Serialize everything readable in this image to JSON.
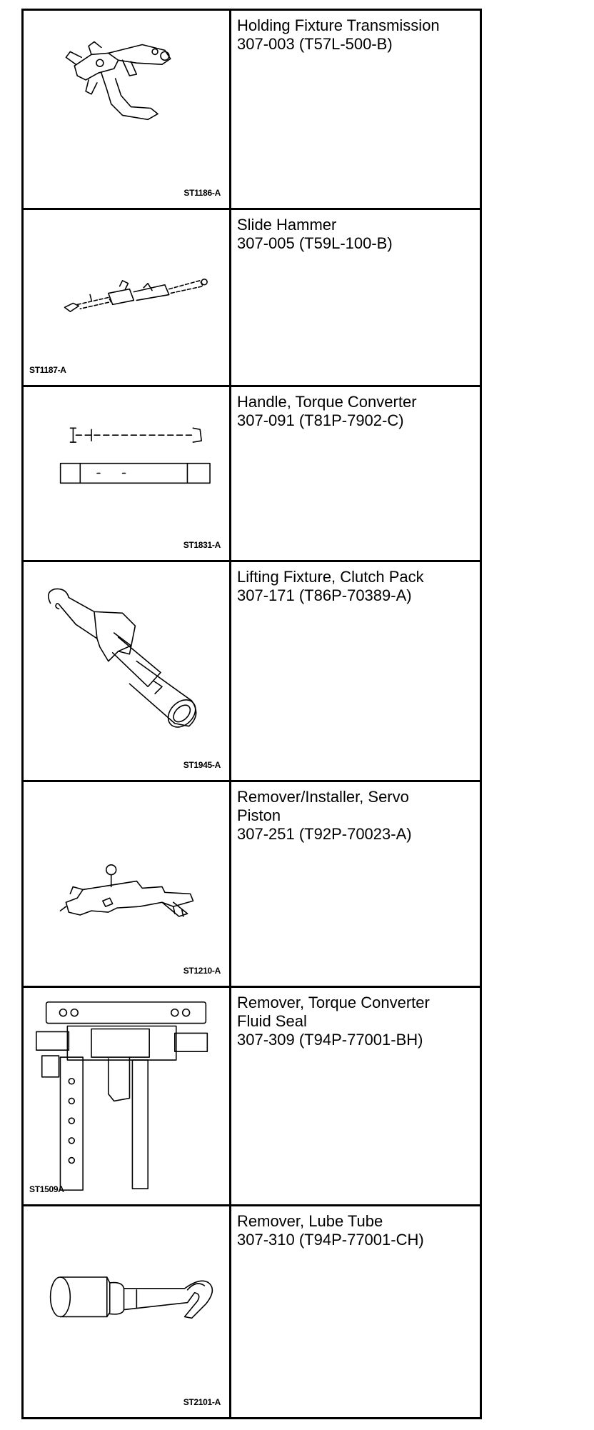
{
  "tools": [
    {
      "image_code": "ST1186-A",
      "drawing_icon": "holding-fixture-drawing-icon",
      "description_lines": [
        "Holding Fixture Transmission",
        "307-003 (T57L-500-B)"
      ]
    },
    {
      "image_code": "ST1187-A",
      "drawing_icon": "slide-hammer-drawing-icon",
      "description_lines": [
        "Slide Hammer",
        "307-005 (T59L-100-B)"
      ]
    },
    {
      "image_code": "ST1831-A",
      "drawing_icon": "torque-converter-handle-drawing-icon",
      "description_lines": [
        "Handle, Torque Converter",
        "307-091 (T81P-7902-C)"
      ]
    },
    {
      "image_code": "ST1945-A",
      "drawing_icon": "clutch-pack-lifting-fixture-drawing-icon",
      "description_lines": [
        "Lifting Fixture, Clutch Pack",
        "307-171 (T86P-70389-A)"
      ]
    },
    {
      "image_code": "ST1210-A",
      "drawing_icon": "servo-piston-remover-installer-drawing-icon",
      "description_lines": [
        "Remover/Installer, Servo",
        "Piston",
        "307-251 (T92P-70023-A)"
      ]
    },
    {
      "image_code": "ST1509A",
      "drawing_icon": "fluid-seal-remover-drawing-icon",
      "description_lines": [
        "Remover, Torque Converter",
        "Fluid Seal",
        "307-309 (T94P-77001-BH)"
      ]
    },
    {
      "image_code": "ST2101-A",
      "drawing_icon": "lube-tube-remover-drawing-icon",
      "description_lines": [
        "Remover, Lube Tube",
        "307-310 (T94P-77001-CH)"
      ]
    }
  ]
}
